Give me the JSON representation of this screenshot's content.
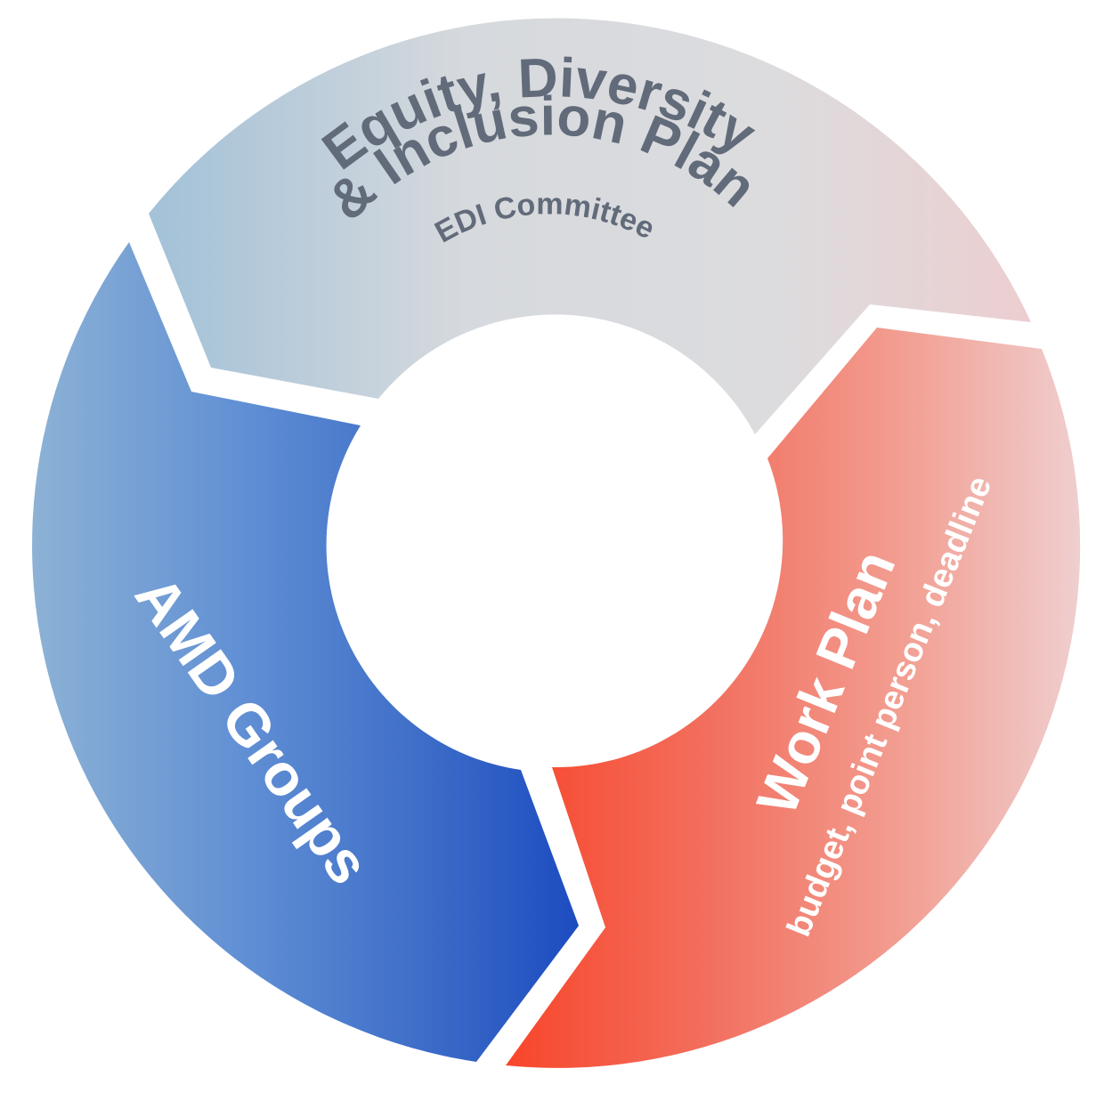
{
  "segments": [
    {
      "id": "edi-plan",
      "title_line1": "Equity, Diversity",
      "title_line2": "& Inclusion Plan",
      "subtitle": "EDI Committee",
      "text_color": "#626b7a",
      "gradient": [
        "#a4c2d8",
        "#d6d9dd",
        "#dcdcde",
        "#ecced0"
      ]
    },
    {
      "id": "work-plan",
      "title": "Work Plan",
      "subtitle": "budget, point person, deadline",
      "text_color": "#ffffff",
      "gradient": [
        "#f8462b",
        "#f26f5e",
        "#f2a094",
        "#efcfcf"
      ]
    },
    {
      "id": "amd-groups",
      "title": "AMD Groups",
      "text_color": "#ffffff",
      "gradient": [
        "#8db2d5",
        "#5f8ed4",
        "#3f6fc8",
        "#1c4cc0"
      ]
    }
  ]
}
